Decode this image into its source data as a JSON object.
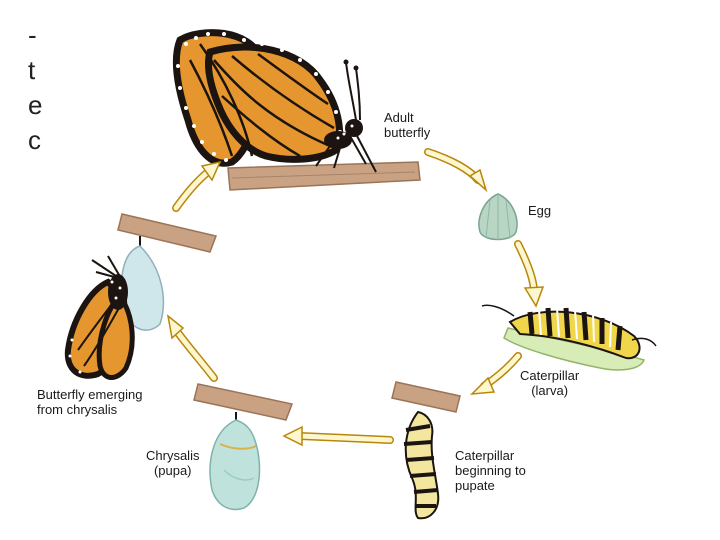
{
  "partial_text": [
    "-",
    "t",
    "e",
    "c"
  ],
  "stages": {
    "adult": [
      "Adult",
      "butterfly"
    ],
    "egg": [
      "Egg"
    ],
    "caterpillar": [
      "Caterpillar",
      "(larva)"
    ],
    "pupating": [
      "Caterpillar",
      "beginning to",
      "pupate"
    ],
    "chrysalis": [
      "Chrysalis",
      "(pupa)"
    ],
    "emerging": [
      "Butterfly emerging",
      "from chrysalis"
    ]
  },
  "colors": {
    "wing_orange": "#e6962f",
    "wing_black": "#1c1410",
    "branch": "#c9a284",
    "arrow_fill": "#fdf7cf",
    "arrow_stroke": "#b8860b",
    "egg": "#b9d6c4",
    "chrysalis": "#bfe2dc",
    "caterpillar_yellow": "#f0d64a",
    "leaf": "#d8ecb8"
  }
}
